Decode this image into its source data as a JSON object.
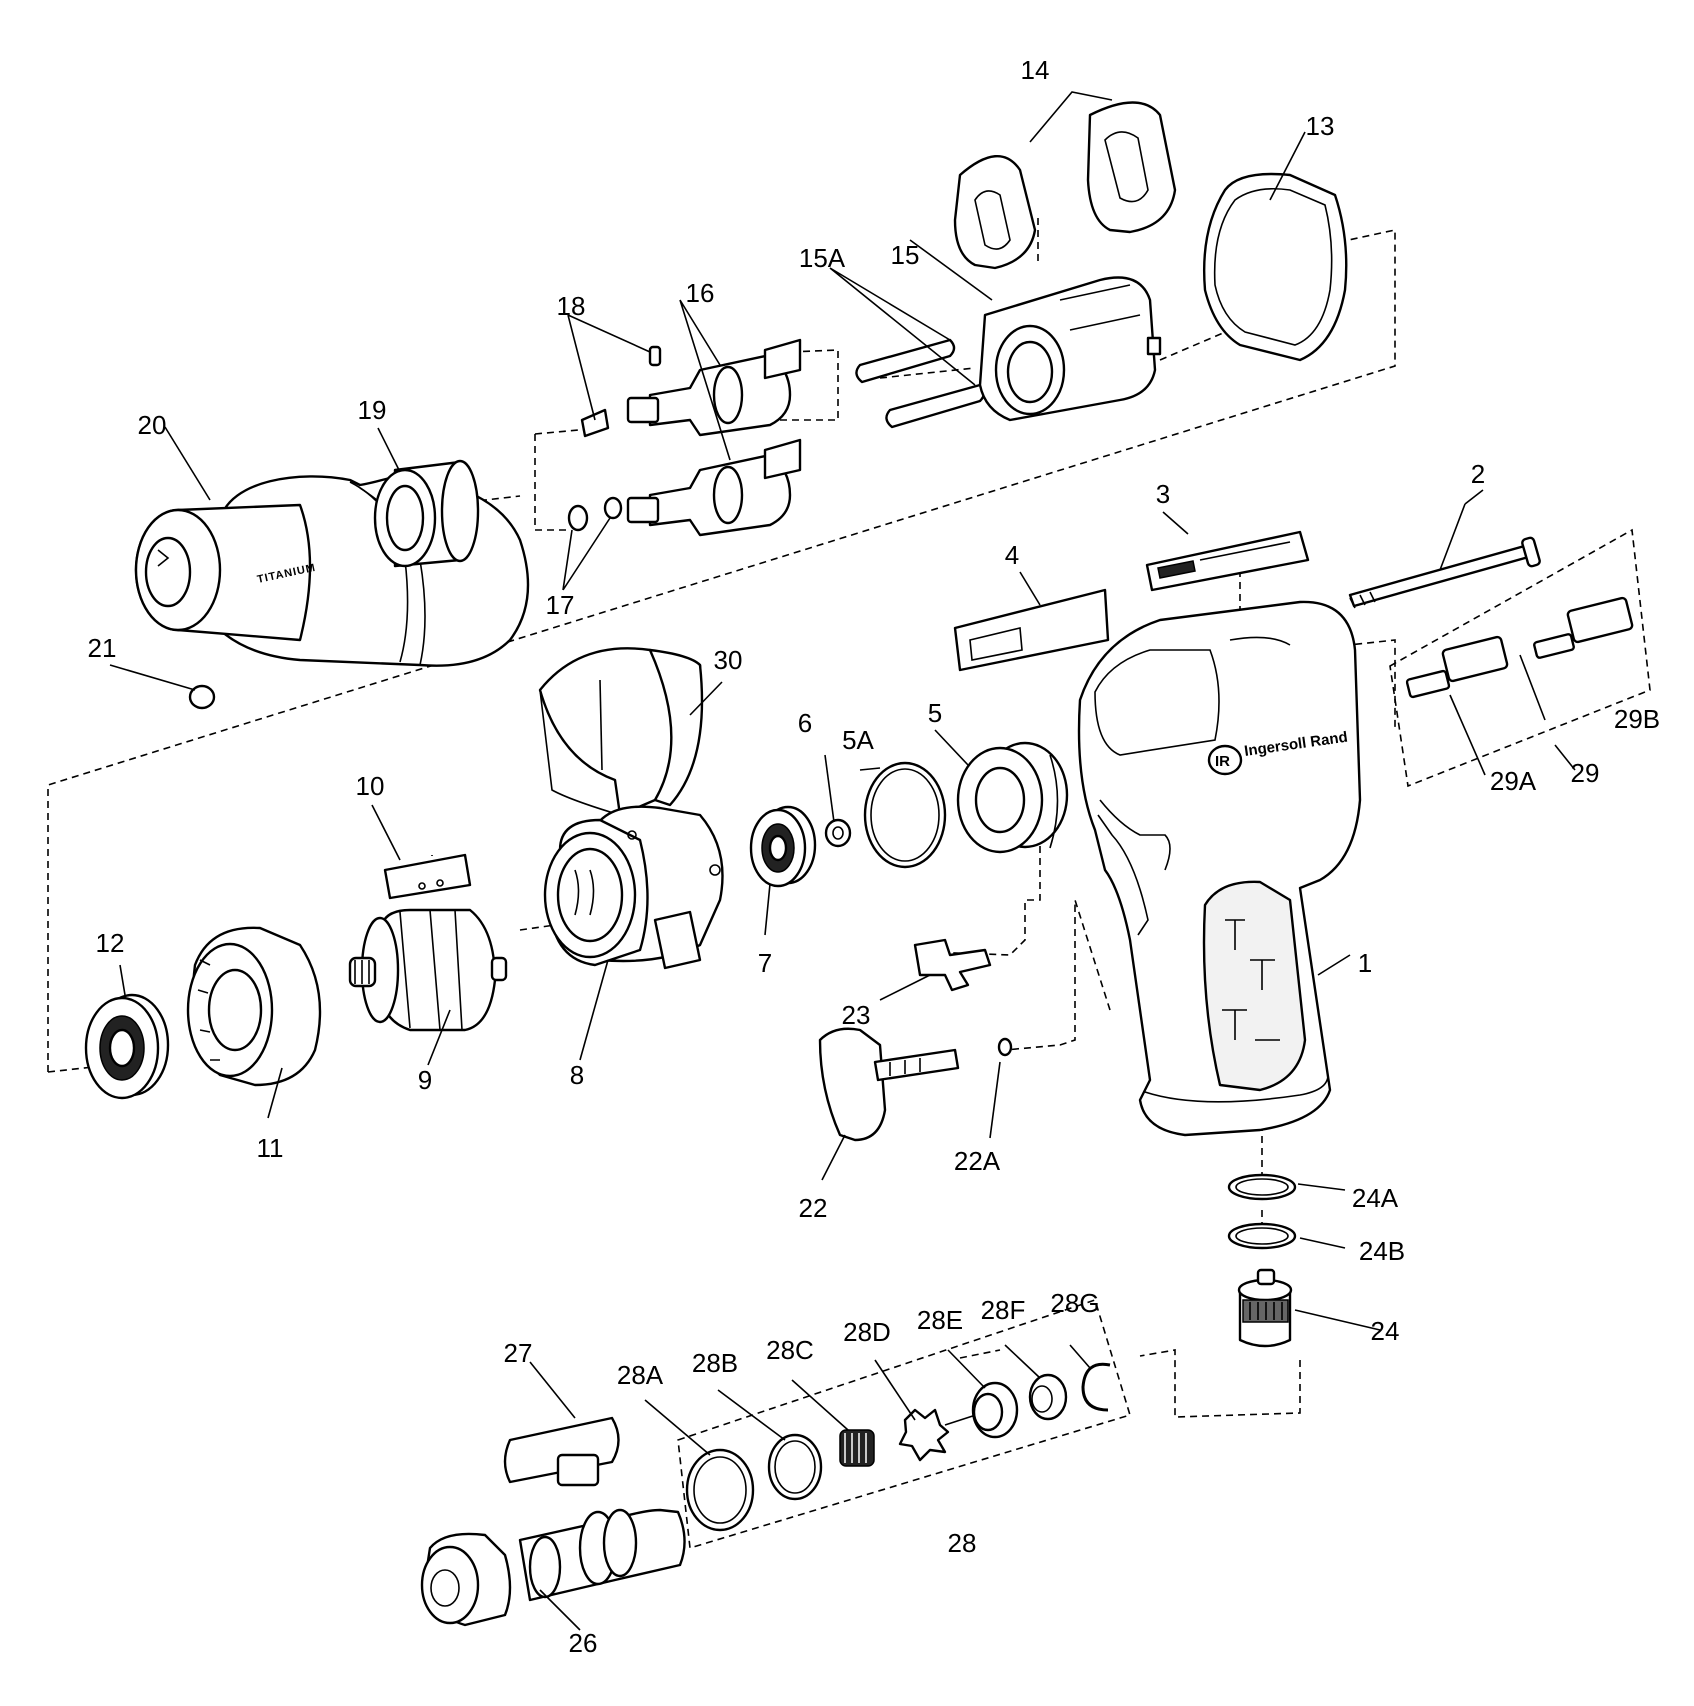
{
  "brand": {
    "logo": "IR",
    "name": "Ingersoll Rand"
  },
  "stamp": "TITANIUM",
  "callouts": {
    "c1": "1",
    "c2": "2",
    "c3": "3",
    "c4": "4",
    "c5": "5",
    "c5a": "5A",
    "c6": "6",
    "c7": "7",
    "c8": "8",
    "c9": "9",
    "c10": "10",
    "c11": "11",
    "c12": "12",
    "c13": "13",
    "c14": "14",
    "c15": "15",
    "c15a": "15A",
    "c16": "16",
    "c17": "17",
    "c18": "18",
    "c19": "19",
    "c20": "20",
    "c21": "21",
    "c22": "22",
    "c22a": "22A",
    "c23": "23",
    "c24": "24",
    "c24a": "24A",
    "c24b": "24B",
    "c26": "26",
    "c27": "27",
    "c28": "28",
    "c28a": "28A",
    "c28b": "28B",
    "c28c": "28C",
    "c28d": "28D",
    "c28e": "28E",
    "c28f": "28F",
    "c28g": "28G",
    "c29": "29",
    "c29a": "29A",
    "c29b": "29B",
    "c30": "30"
  }
}
